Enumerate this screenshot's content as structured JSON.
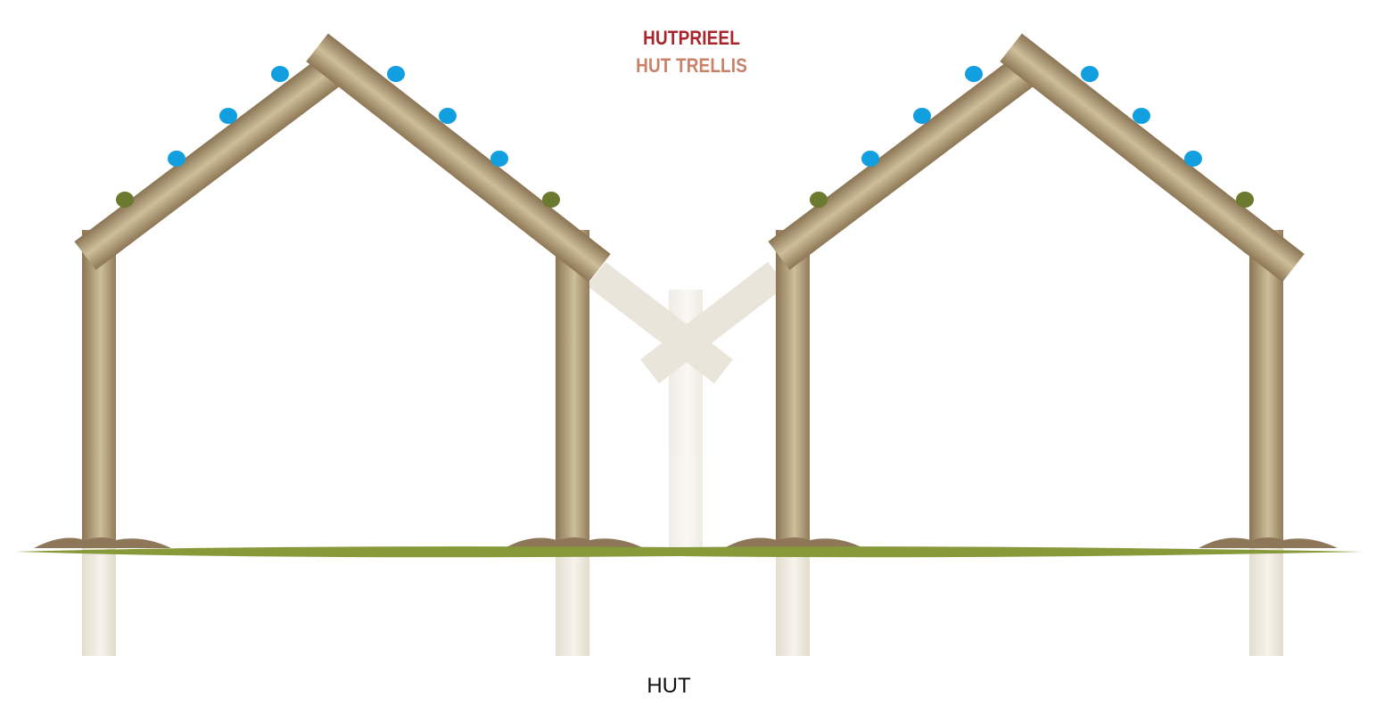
{
  "title": {
    "primary": "HUTPRIEEL",
    "secondary": "HUT TRELLIS"
  },
  "caption": "HUT",
  "colors": {
    "title_primary": "#a8262b",
    "title_secondary": "#c8826a",
    "wood_dark": "#8c7656",
    "wood_light": "#cbbd98",
    "underground_post": "#ece7dd",
    "ghost_post": "#e6e0d4",
    "grass": "#869a3a",
    "soil": "#8e7658",
    "marker_blue": "#129fe0",
    "marker_green": "#6b7a2f"
  },
  "icons": {
    "marker_blue": "blue-dot-icon",
    "marker_green": "green-dot-icon"
  }
}
